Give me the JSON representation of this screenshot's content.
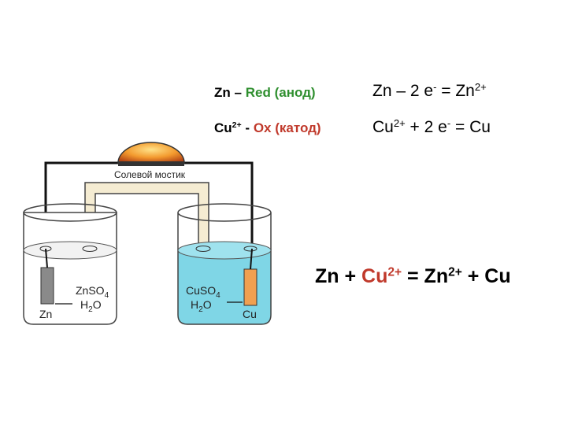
{
  "diagram": {
    "bridge_label": "Солевой мостик",
    "left_beaker": {
      "formula_main": "ZnSO",
      "formula_sub": "4",
      "water_main": "H",
      "water_sub": "2",
      "water_end": "O",
      "electrode_label": "Zn",
      "electrode_color": "#8a8a8a"
    },
    "right_beaker": {
      "formula_main": "CuSO",
      "formula_sub": "4",
      "water_main": "H",
      "water_sub": "2",
      "water_end": "O",
      "electrode_label": "Cu",
      "electrode_color": "#f0a050",
      "solution_color": "#7fd6e6"
    }
  },
  "equations": {
    "anode": {
      "element": "Zn",
      "dash": "–",
      "role": "Red",
      "label": "(анод)",
      "half_reaction": {
        "left": "Zn – 2 e",
        "e_sup": "-",
        "middle": " = Zn",
        "ion_sup": "2+"
      }
    },
    "cathode": {
      "ion": "Cu",
      "ion_sup": "2+",
      "dash": "-",
      "role": "Ox",
      "label": "(катод)",
      "half_reaction": {
        "ion": "Cu",
        "ion_sup": "2+",
        "middle": " + 2 e",
        "e_sup": "-",
        "end": " = Cu"
      }
    },
    "overall": {
      "a": "Zn + ",
      "cu": "Cu",
      "cu_sup": "2+",
      "mid": " = Zn",
      "zn_sup": "2+",
      "end": " + Cu"
    }
  },
  "colors": {
    "green": "#2f8f2f",
    "red": "#c0392b",
    "bridge": "#f5ecd2",
    "lamp": "#f08a2a"
  }
}
